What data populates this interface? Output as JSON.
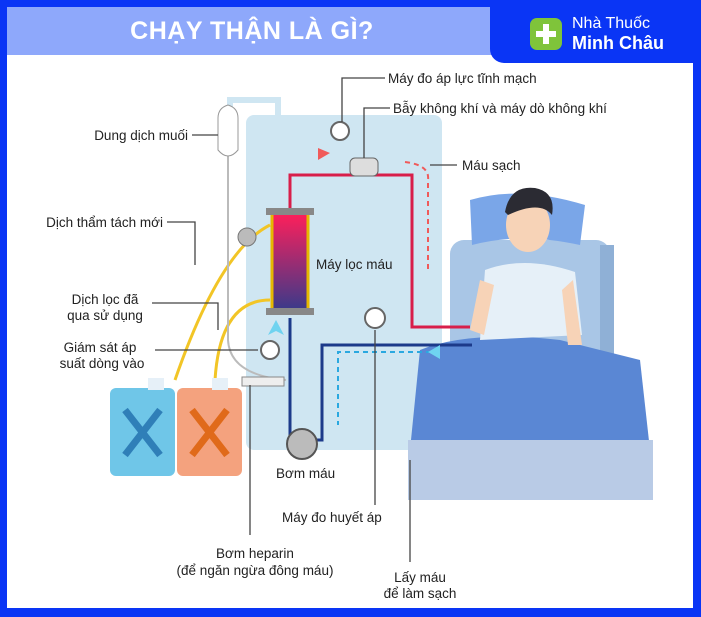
{
  "header": {
    "title": "CHẠY THẬN LÀ GÌ?"
  },
  "logo": {
    "line1": "Nhà Thuốc",
    "line2": "Minh Châu",
    "icon": "plus-cross-icon",
    "color": "#7fc43a"
  },
  "labels": {
    "venous_pressure": "Máy đo áp lực tĩnh mạch",
    "air_trap": "Bẫy không khí và máy dò không khí",
    "clean_blood": "Máu sạch",
    "saline": "Dung dịch muối",
    "fresh_dialysate": "Dịch thẩm tách mới",
    "dialyzer": "Máy lọc máu",
    "used_dialysate_1": "Dịch lọc đã",
    "used_dialysate_2": "qua sử dụng",
    "inflow_monitor_1": "Giám sát áp",
    "inflow_monitor_2": "suất dòng vào",
    "blood_pump": "Bơm máu",
    "bp_monitor": "Máy đo huyết áp",
    "heparin_1": "Bơm heparin",
    "heparin_2": "(để ngăn ngừa đông máu)",
    "draw_blood_1": "Lấy máu",
    "draw_blood_2": "để làm sạch"
  },
  "colors": {
    "frame": "#0a35f5",
    "title_band": "#8ea8fb",
    "machine": "#cfe6f2",
    "clean_blood": "#d81e4a",
    "dirty_blood": "#1c3a8a",
    "dialysate": "#f2c526"
  }
}
